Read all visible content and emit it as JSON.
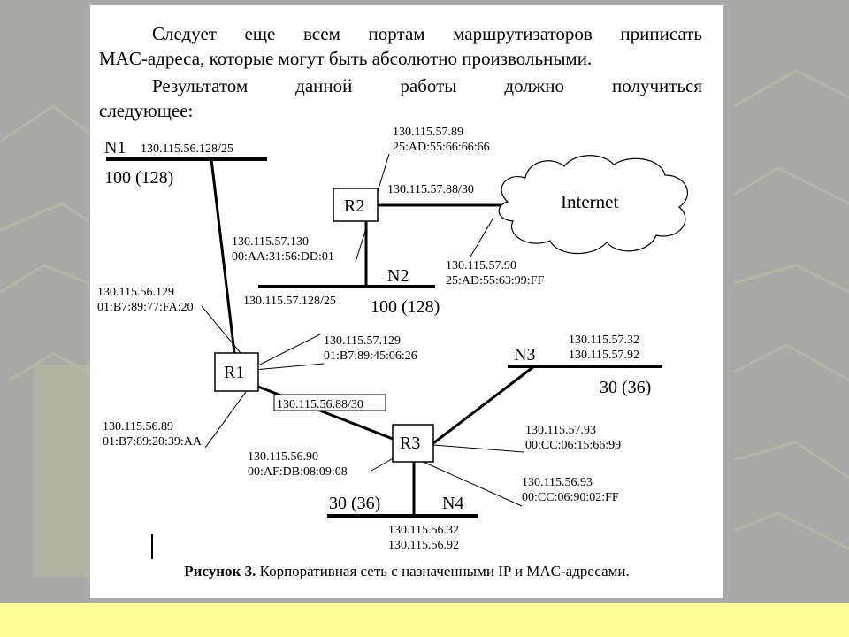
{
  "text": {
    "p1_line1": "Следует еще всем портам маршрутизаторов приписать",
    "p1_line2": "MAC-адреса, которые могут быть абсолютно произвольными.",
    "p2_line1": "Результатом данной работы должно получиться",
    "p2_line2": "следующее:"
  },
  "diagram": {
    "n1": {
      "name": "N1",
      "net": "130.115.56.128/25",
      "size": "100 (128)"
    },
    "n2": {
      "name": "N2",
      "net": "130.115.57.128/25",
      "size": "100 (128)"
    },
    "n3": {
      "name": "N3",
      "ip1": "130.115.57.32",
      "ip2": "130.115.57.92",
      "size": "30 (36)"
    },
    "n4": {
      "name": "N4",
      "ip1": "130.115.56.32",
      "ip2": "130.115.56.92",
      "size": "30 (36)"
    },
    "r1": {
      "name": "R1"
    },
    "r2": {
      "name": "R2"
    },
    "r3": {
      "name": "R3"
    },
    "internet": "Internet",
    "r1_r3_net": "130.115.56.88/30",
    "r2_inet_net": "130.115.57.88/30",
    "labels": {
      "r2_inet_ip": "130.115.57.89",
      "r2_inet_mac": "25:AD:55:66:66:66",
      "r2_n2_ip": "130.115.57.130",
      "r2_n2_mac": "00:AA:31:56:DD:01",
      "inet_ip": "130.115.57.90",
      "inet_mac": "25:AD:55:63:99:FF",
      "r1_n1_ip": "130.115.56.129",
      "r1_n1_mac": "01:B7:89:77:FA:20",
      "r1_n2_ip": "130.115.57.129",
      "r1_n2_mac": "01:B7:89:45:06:26",
      "r1_r3_ip": "130.115.56.89",
      "r1_r3_mac": "01:B7:89:20:39:AA",
      "r3_r1_ip": "130.115.56.90",
      "r3_r1_mac": "00:AF:DB:08:09:08",
      "r3_n3_ip": "130.115.57.93",
      "r3_n3_mac": "00:CC:06:15:66:99",
      "r3_n4_ip": "130.115.56.93",
      "r3_n4_mac": "00:CC:06:90:02:FF"
    }
  },
  "caption": {
    "bold": "Рисунок 3.",
    "rest": "Корпоративная сеть с назначенными IP и MAC-адресами."
  },
  "colors": {
    "page_bg": "#a9a9a7",
    "footer": "#ffff99",
    "doc": "#ffffff"
  }
}
